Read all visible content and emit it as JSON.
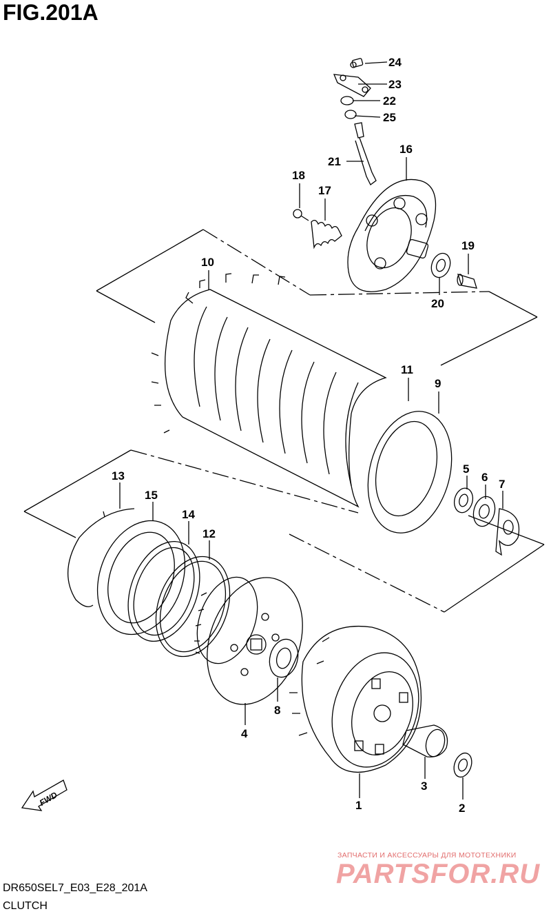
{
  "figure": {
    "title": "FIG.201A",
    "model_code": "DR650SEL7_E03_E28_201A",
    "section_name": "CLUTCH",
    "direction_label": "FWD"
  },
  "watermark": {
    "tagline": "ЗАПЧАСТИ И АКСЕССУАРЫ ДЛЯ МОТОТЕХНИКИ",
    "logo": "PARTSFOR.RU"
  },
  "callouts": [
    "1",
    "2",
    "3",
    "4",
    "5",
    "6",
    "7",
    "8",
    "9",
    "10",
    "11",
    "12",
    "13",
    "14",
    "15",
    "16",
    "17",
    "18",
    "19",
    "20",
    "21",
    "22",
    "23",
    "24",
    "25"
  ],
  "colors": {
    "line": "#000000",
    "watermark": "#e26d6d"
  }
}
